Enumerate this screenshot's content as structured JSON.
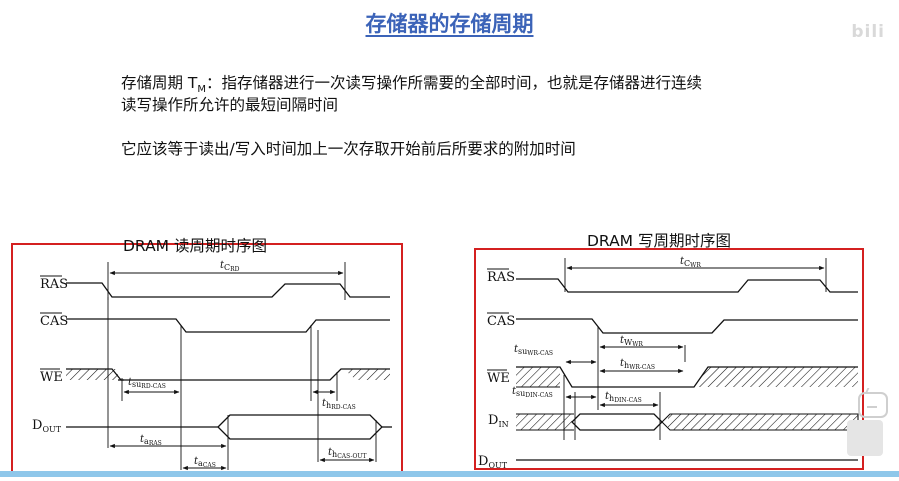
{
  "title": "存储器的存储周期",
  "watermark": "bili",
  "intro": {
    "line1_prefix": "存储周期 T",
    "line1_sub": "M",
    "line1_rest": "：指存储器进行一次读写操作所需要的全部时间，也就是存储器进行连续",
    "line2": "读写操作所允许的最短间隔时间",
    "line3": "它应该等于读出/写入时间加上一次存取开始前后所要求的附加时间"
  },
  "read_diagram": {
    "title": "DRAM 读周期时序图",
    "signals": [
      "RAS",
      "CAS",
      "WE",
      "D",
      "OUT"
    ],
    "params": {
      "tc": "t",
      "tc_sub": "C",
      "tc_subsub": "RD",
      "tsu": "t",
      "tsu_sub": "su",
      "tsu_subsub": "RD-CAS",
      "th": "t",
      "th_sub": "h",
      "th_subsub": "RD-CAS",
      "ta_ras": "t",
      "ta_ras_sub": "a",
      "ta_ras_subsub": "RAS",
      "ta_cas": "t",
      "ta_cas_sub": "a",
      "ta_cas_subsub": "CAS",
      "th_out": "t",
      "th_out_sub": "h",
      "th_out_subsub": "CAS-OUT"
    }
  },
  "write_diagram": {
    "title": "DRAM 写周期时序图",
    "signals": [
      "RAS",
      "CAS",
      "WE",
      "D",
      "IN",
      "D",
      "OUT"
    ],
    "params": {
      "tc": "t",
      "tc_sub": "C",
      "tc_subsub": "WR",
      "tw": "t",
      "tw_sub": "W",
      "tw_subsub": "WR",
      "tsu_wr": "t",
      "tsu_wr_sub": "su",
      "tsu_wr_subsub": "WR-CAS",
      "th_wr": "t",
      "th_wr_sub": "h",
      "th_wr_subsub": "WR-CAS",
      "tsu_din": "t",
      "tsu_din_sub": "su",
      "tsu_din_subsub": "DIN-CAS",
      "th_din": "t",
      "th_din_sub": "h",
      "th_din_subsub": "DIN-CAS"
    }
  }
}
